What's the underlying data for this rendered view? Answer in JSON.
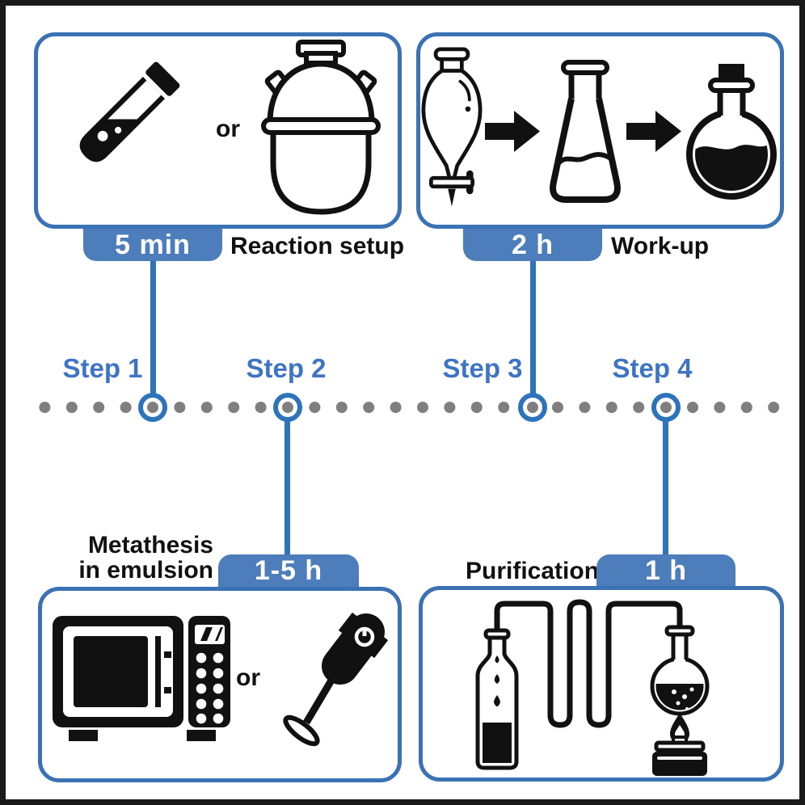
{
  "figure": {
    "type": "process-timeline",
    "description": "Four-step chemistry workflow timeline"
  },
  "colors": {
    "panel_border_blue": "#3a72b4",
    "tab_fill_blue": "#4d7dba",
    "connector_blue": "#2e74ba",
    "step_label_blue": "#3e74c4",
    "timeline_dot_gray": "#7f7f7f",
    "icon_black": "#111111",
    "frame_black": "#1a1a1a",
    "background": "#ffffff"
  },
  "steps": [
    {
      "label": "Step 1",
      "duration": "5 min",
      "title": "Reaction setup",
      "connector": "up"
    },
    {
      "label": "Step 2",
      "duration": "1-5 h",
      "title": "Metathesis in emulsion",
      "title_lines": [
        "Metathesis",
        "in emulsion"
      ],
      "connector": "down"
    },
    {
      "label": "Step 3",
      "duration": "2 h",
      "title": "Work-up",
      "connector": "up"
    },
    {
      "label": "Step 4",
      "duration": "1 h",
      "title": "Purification",
      "connector": "down"
    }
  ],
  "panels": {
    "reaction_setup": {
      "or_label": "or",
      "icons": [
        "test-tube-icon",
        "batch-reactor-icon"
      ]
    },
    "workup": {
      "icons": [
        "separatory-funnel-icon",
        "arrow-right-icon",
        "erlenmeyer-flask-icon",
        "arrow-right-icon",
        "round-bottom-flask-icon"
      ]
    },
    "metathesis": {
      "or_label": "or",
      "icons": [
        "microwave-icon",
        "immersion-blender-icon"
      ]
    },
    "purification": {
      "icons": [
        "dripping-bottle-icon",
        "coiled-tube-icon",
        "boiling-flask-icon",
        "spirit-burner-icon"
      ]
    }
  }
}
